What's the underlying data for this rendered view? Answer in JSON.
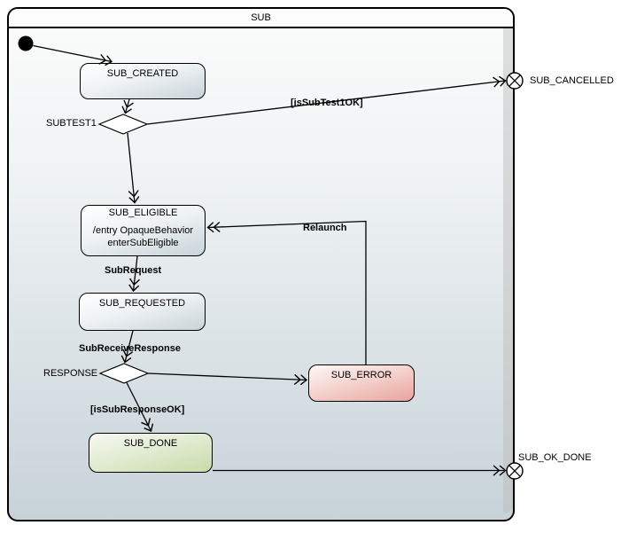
{
  "frame": {
    "title": "SUB"
  },
  "states": [
    {
      "id": "sub_created",
      "name": "SUB_CREATED"
    },
    {
      "id": "sub_eligible",
      "name": "SUB_ELIGIBLE",
      "body": [
        "/entry OpaqueBehavior",
        "enterSubEligible"
      ]
    },
    {
      "id": "sub_requested",
      "name": "SUB_REQUESTED"
    },
    {
      "id": "sub_error",
      "name": "SUB_ERROR"
    },
    {
      "id": "sub_done",
      "name": "SUB_DONE"
    }
  ],
  "choices": [
    {
      "id": "subtest1",
      "name": "SUBTEST1"
    },
    {
      "id": "response",
      "name": "RESPONSE"
    }
  ],
  "exit_points": [
    {
      "id": "sub_cancelled",
      "name": "SUB_CANCELLED"
    },
    {
      "id": "sub_ok_done",
      "name": "SUB_OK_DONE"
    }
  ],
  "transitions": {
    "is_sub_test1_ok": "[isSubTest1OK]",
    "sub_request": "SubRequest",
    "sub_receive_response": "SubReceiveResponse",
    "is_sub_response_ok": "[isSubResponseOK]",
    "relaunch": "Relaunch"
  },
  "colors": {
    "frame_fill_top": "#fbfcfc",
    "frame_fill_bottom": "#c7d2d9",
    "state_fill_bottom": "#c8d3d9",
    "error_fill_bottom": "#e7a49c",
    "done_fill_bottom": "#c9dba9",
    "stroke": "#000000",
    "background": "#ffffff"
  }
}
